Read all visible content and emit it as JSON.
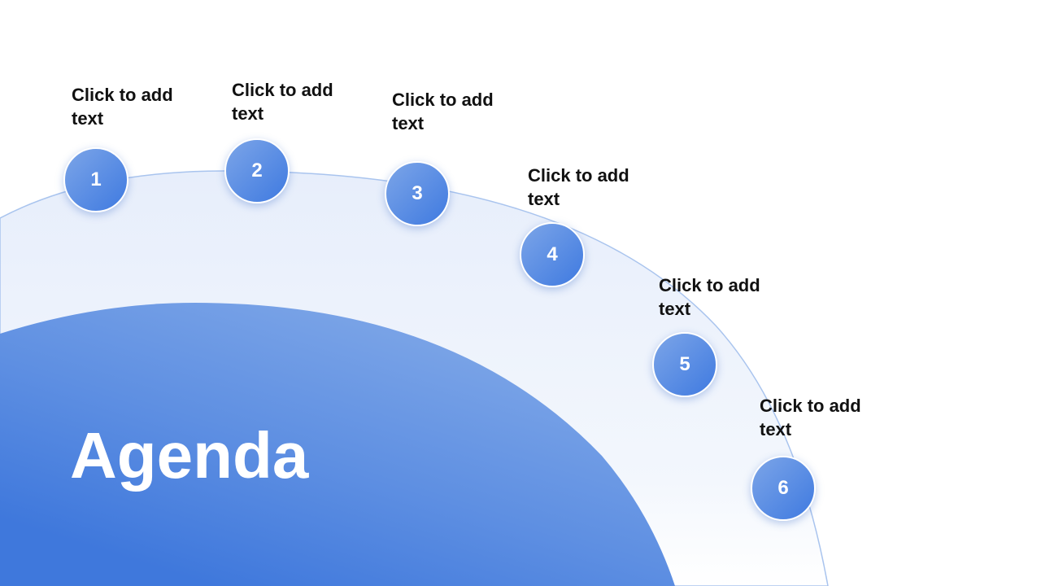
{
  "title": "Agenda",
  "colors": {
    "accent": "#4a80e0",
    "accent_light": "#7ca5e8",
    "ring_fill": "#e9f0fb",
    "ring_stroke": "#a9c4ee",
    "text": "#111111"
  },
  "items": [
    {
      "number": "1",
      "label": "Click to add text"
    },
    {
      "number": "2",
      "label": "Click to add text"
    },
    {
      "number": "3",
      "label": "Click to add text"
    },
    {
      "number": "4",
      "label": "Click to add text"
    },
    {
      "number": "5",
      "label": "Click to add text"
    },
    {
      "number": "6",
      "label": "Click to add text"
    }
  ]
}
